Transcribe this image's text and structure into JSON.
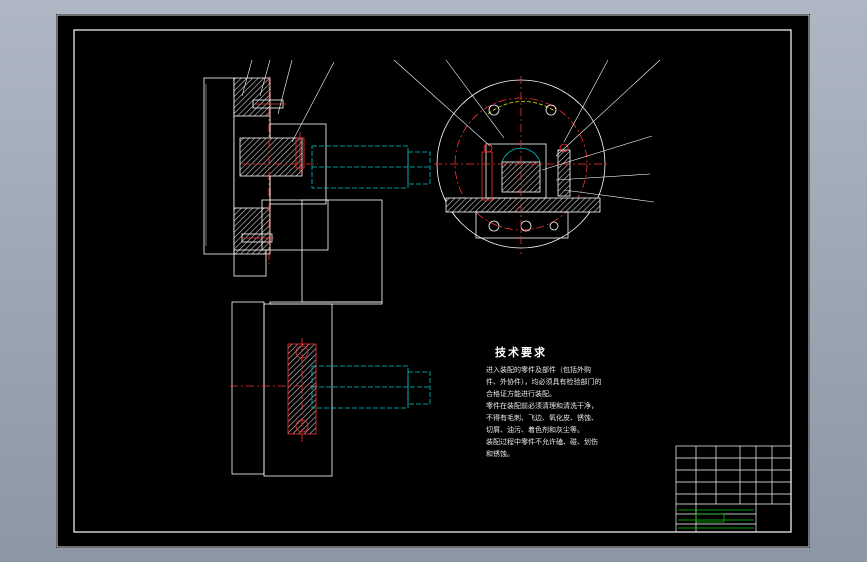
{
  "notes": {
    "title": "技术要求",
    "lines": [
      "进入装配的零件及部件（包括外购件、外协件），均必须具有检验部门的合格证方能进行装配。",
      "零件在装配前必须清理和清洗干净，不得有毛刺、飞边、氧化皮、锈蚀、切屑、油污、着色剂和灰尘等。",
      "装配过程中零件不允许磕、碰、划伤和锈蚀。"
    ]
  },
  "colors": {
    "background": "#9aa3ae",
    "paper": "#000000",
    "line": "#ffffff",
    "hidden": "#e8e800",
    "center": "#ff3030",
    "section": "#ffffff",
    "cyan": "#00c8c8",
    "green": "#00cc00"
  }
}
